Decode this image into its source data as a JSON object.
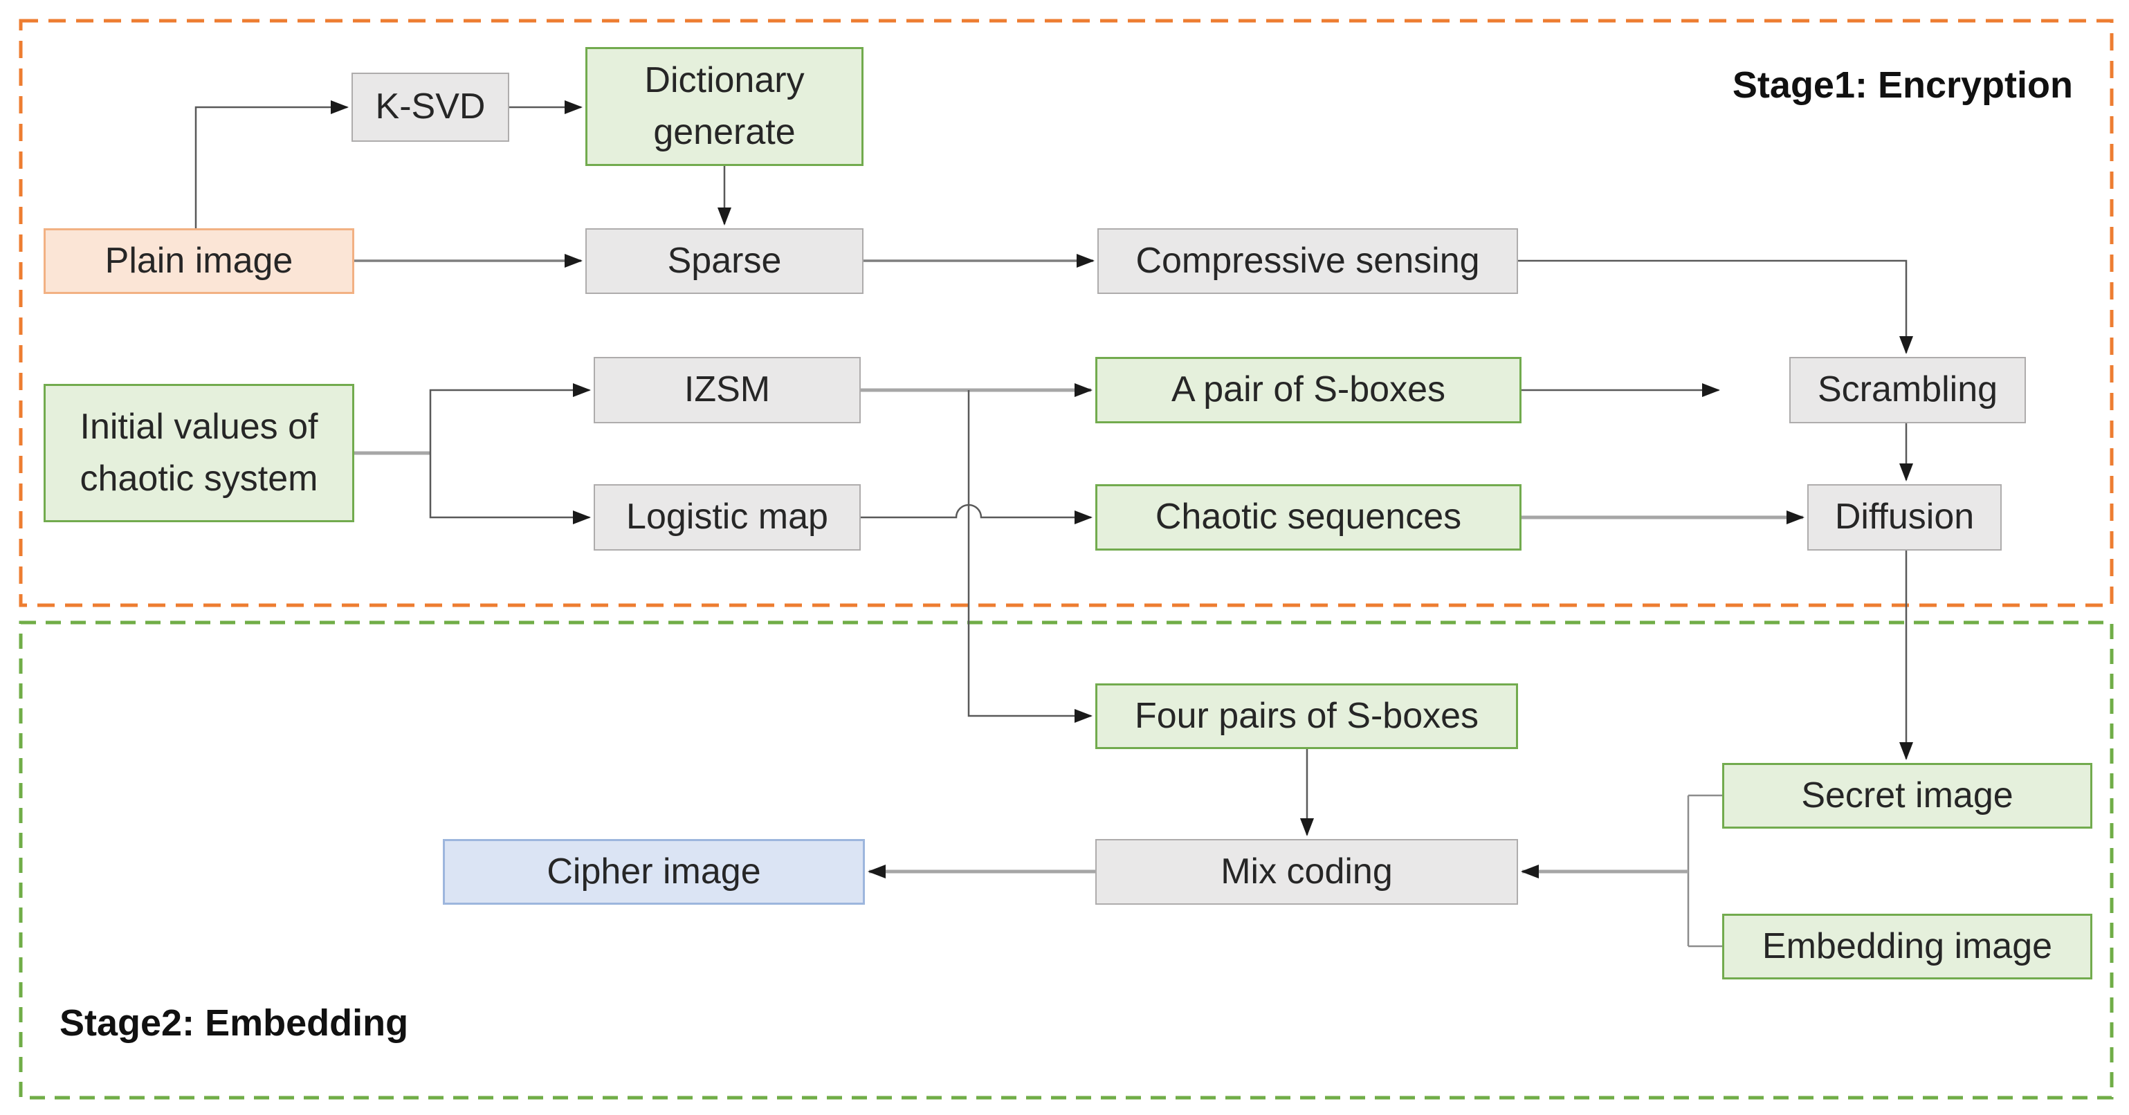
{
  "figure": {
    "type": "flowchart",
    "description": "Two-stage image encryption and embedding scheme flowchart"
  },
  "stages": {
    "stage1": {
      "label": "Stage1: Encryption",
      "accent_color": "#ED7D31"
    },
    "stage2": {
      "label": "Stage2: Embedding",
      "accent_color": "#70AD47"
    }
  },
  "nodes": {
    "plain_image": {
      "label": "Plain image",
      "style": "peach"
    },
    "ksvd": {
      "label": "K-SVD",
      "style": "gray"
    },
    "dictionary_generate": {
      "label": "Dictionary generate",
      "style": "green"
    },
    "sparse": {
      "label": "Sparse",
      "style": "gray"
    },
    "compressive_sensing": {
      "label": "Compressive sensing",
      "style": "gray"
    },
    "initial_values": {
      "label": "Initial values of chaotic system",
      "style": "green"
    },
    "izsm": {
      "label": "IZSM",
      "style": "gray"
    },
    "logistic_map": {
      "label": "Logistic map",
      "style": "gray"
    },
    "a_pair_of_s_boxes": {
      "label": "A pair of S-boxes",
      "style": "green"
    },
    "chaotic_sequences": {
      "label": "Chaotic sequences",
      "style": "green"
    },
    "scrambling": {
      "label": "Scrambling",
      "style": "gray"
    },
    "diffusion": {
      "label": "Diffusion",
      "style": "gray"
    },
    "four_pairs_of_s_boxes": {
      "label": "Four pairs of S-boxes",
      "style": "green"
    },
    "mix_coding": {
      "label": "Mix coding",
      "style": "gray"
    },
    "cipher_image": {
      "label": "Cipher image",
      "style": "blue"
    },
    "secret_image": {
      "label": "Secret image",
      "style": "green"
    },
    "embedding_image": {
      "label": "Embedding image",
      "style": "green"
    }
  },
  "edges": [
    {
      "from": "plain_image",
      "to": "ksvd"
    },
    {
      "from": "ksvd",
      "to": "dictionary_generate"
    },
    {
      "from": "dictionary_generate",
      "to": "sparse"
    },
    {
      "from": "plain_image",
      "to": "sparse"
    },
    {
      "from": "sparse",
      "to": "compressive_sensing"
    },
    {
      "from": "compressive_sensing",
      "to": "scrambling"
    },
    {
      "from": "initial_values",
      "to": "izsm"
    },
    {
      "from": "initial_values",
      "to": "logistic_map"
    },
    {
      "from": "izsm",
      "to": "a_pair_of_s_boxes"
    },
    {
      "from": "izsm",
      "to": "four_pairs_of_s_boxes"
    },
    {
      "from": "logistic_map",
      "to": "chaotic_sequences"
    },
    {
      "from": "a_pair_of_s_boxes",
      "to": "scrambling"
    },
    {
      "from": "chaotic_sequences",
      "to": "diffusion"
    },
    {
      "from": "scrambling",
      "to": "diffusion"
    },
    {
      "from": "diffusion",
      "to": "secret_image"
    },
    {
      "from": "four_pairs_of_s_boxes",
      "to": "mix_coding"
    },
    {
      "from": "secret_image",
      "to": "mix_coding"
    },
    {
      "from": "embedding_image",
      "to": "mix_coding"
    },
    {
      "from": "mix_coding",
      "to": "cipher_image"
    }
  ],
  "colors": {
    "green_fill": "#E5F0DC",
    "green_border": "#72AB4E",
    "gray_fill": "#E9E8E8",
    "gray_border": "#AEACAC",
    "peach_fill": "#FBE5D6",
    "peach_border": "#F2B183",
    "blue_fill": "#DBE4F4",
    "blue_border": "#9DB6DD",
    "stage1_dash": "#ED7D31",
    "stage2_dash": "#70AD47",
    "arrowhead": "#1a1a1a"
  }
}
